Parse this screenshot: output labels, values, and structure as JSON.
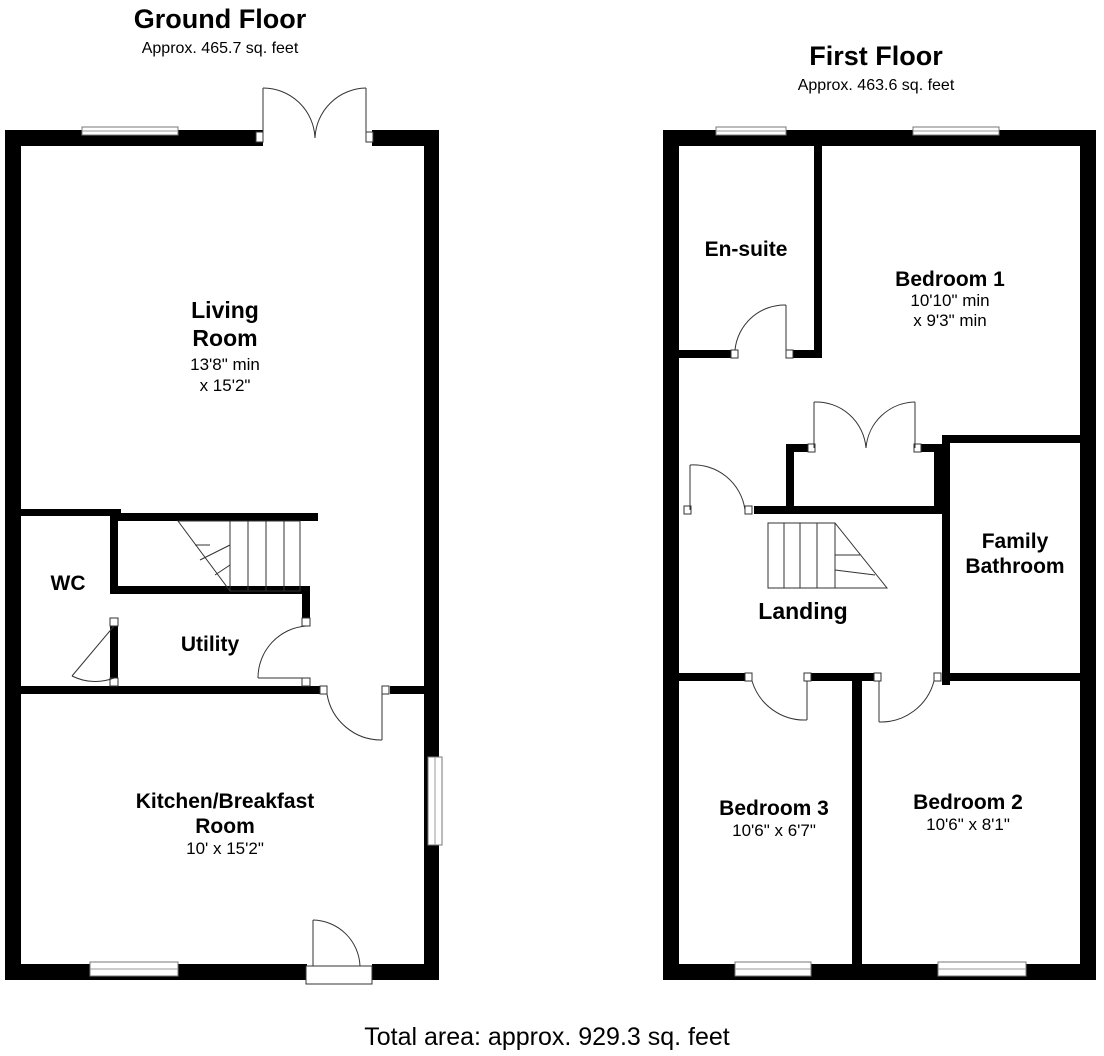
{
  "ground_floor": {
    "title": "Ground Floor",
    "area": "Approx. 465.7 sq. feet",
    "rooms": {
      "living": {
        "name_line1": "Living",
        "name_line2": "Room",
        "dim_line1": "13'8\" min",
        "dim_line2": "x 15'2\""
      },
      "wc": {
        "name": "WC"
      },
      "utility": {
        "name": "Utility"
      },
      "kitchen": {
        "name_line1": "Kitchen/Breakfast",
        "name_line2": "Room",
        "dim": "10' x 15'2\""
      }
    }
  },
  "first_floor": {
    "title": "First Floor",
    "area": "Approx. 463.6 sq. feet",
    "rooms": {
      "ensuite": {
        "name": "En-suite"
      },
      "bedroom1": {
        "name": "Bedroom 1",
        "dim_line1": "10'10\" min",
        "dim_line2": "x 9'3\" min"
      },
      "bathroom": {
        "name_line1": "Family",
        "name_line2": "Bathroom"
      },
      "landing": {
        "name": "Landing"
      },
      "bedroom3": {
        "name": "Bedroom 3",
        "dim": "10'6\" x 6'7\""
      },
      "bedroom2": {
        "name": "Bedroom 2",
        "dim": "10'6\" x 8'1\""
      }
    }
  },
  "total_area": "Total area: approx. 929.3 sq. feet"
}
